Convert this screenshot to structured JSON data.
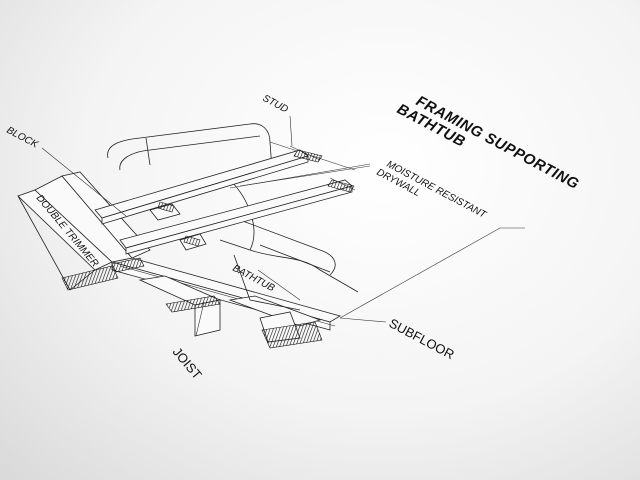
{
  "title": {
    "line1": "FRAMING SUPPORTING",
    "line2": "BATHTUB"
  },
  "labels": {
    "stud": "STUD",
    "block": "BLOCK",
    "moisture1": "MOISTURE RESISTANT",
    "moisture2": "DRYWALL",
    "double_trimmer": "DOUBLE TRIMMER",
    "bathtub": "BATHTUB",
    "joist": "JOIST",
    "subfloor": "SUBFLOOR"
  }
}
